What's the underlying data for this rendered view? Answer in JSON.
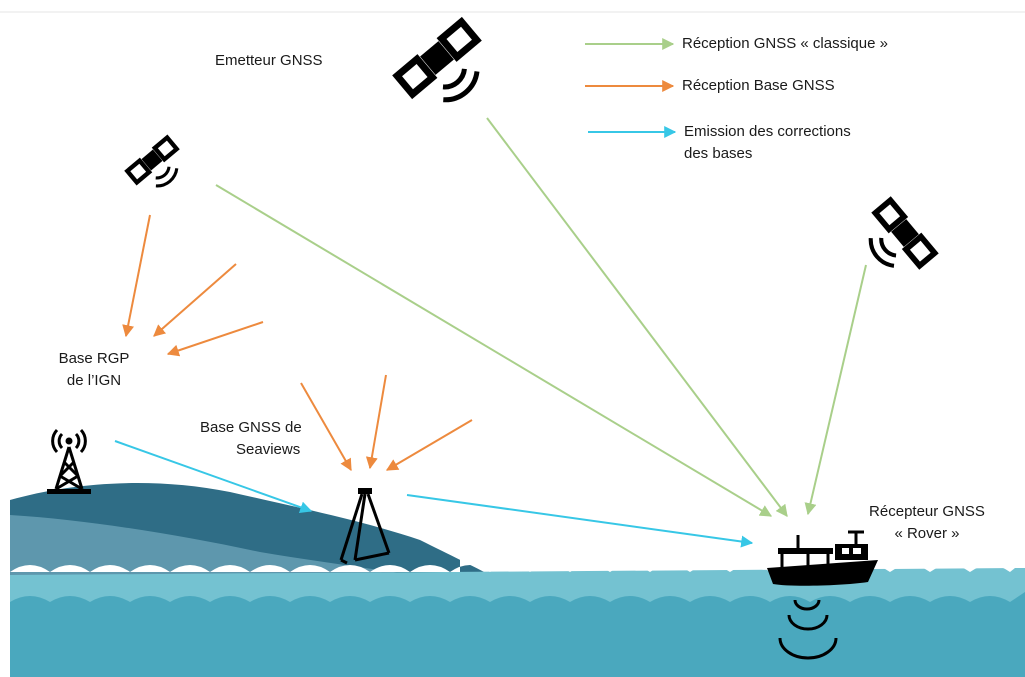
{
  "legend": {
    "items": [
      {
        "text": "Réception GNSS « classique »",
        "color": "#a9cf8a"
      },
      {
        "text": "Réception Base GNSS",
        "color": "#ed8a3e"
      },
      {
        "text": "Emission des corrections",
        "text2": "des bases",
        "color": "#37c7e6"
      }
    ]
  },
  "labels": {
    "emitter": "Emetteur GNSS",
    "base_rgp_1": "Base RGP",
    "base_rgp_2": "de l’IGN",
    "base_gnss_1": "Base GNSS de",
    "base_gnss_2": "Seaviews",
    "rover_1": "Récepteur GNSS",
    "rover_2": "« Rover »"
  },
  "colors": {
    "gnss_reception": "#a9cf8a",
    "base_reception": "#ed8a3e",
    "corrections": "#37c7e6",
    "land_dark": "#2f6d86",
    "land_light": "#6fa6b9",
    "sea": "#4aa8be",
    "sea_light": "#74c2d1",
    "icons": "#000000"
  },
  "icons": [
    "satellite-icon",
    "radio-tower-icon",
    "tripod-icon",
    "boat-icon",
    "sonar-icon"
  ]
}
